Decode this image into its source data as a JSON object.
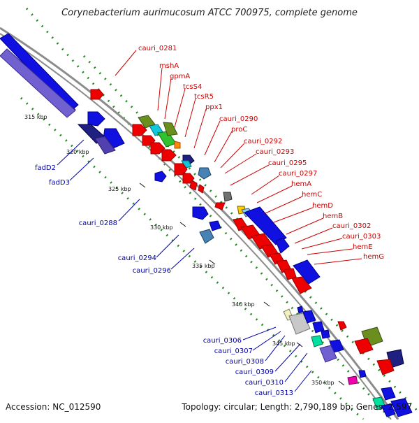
{
  "title": "Corynebacterium aurimucosum ATCC 700975, complete genome",
  "footer": {
    "accession": "Accession: NC_012590",
    "summary": "Topology: circular; Length: 2,790,189 bp; Genes: 2,597"
  },
  "colors": {
    "backbone": "#8c8c8c",
    "dots": "#1f8a1f",
    "label_top": "#cc0000",
    "label_bottom": "#0000aa"
  },
  "ticks": [
    "315 kbp",
    "320 kbp",
    "325 kbp",
    "330 kbp",
    "335 kbp",
    "340 kbp",
    "345 kbp",
    "350 kbp"
  ],
  "labels_top": [
    "cauri_0281",
    "mshA",
    "gpmA",
    "tcsS4",
    "tcsR5",
    "ppx1",
    "cauri_0290",
    "proC",
    "cauri_0292",
    "cauri_0293",
    "cauri_0295",
    "cauri_0297",
    "hemA",
    "hemC",
    "hemD",
    "hemB",
    "cauri_0302",
    "cauri_0303",
    "hemE",
    "hemG"
  ],
  "labels_bottom": [
    "fadD2",
    "fadD3",
    "cauri_0288",
    "cauri_0294",
    "cauri_0296",
    "cauri_0306",
    "cauri_0307",
    "cauri_0308",
    "cauri_0309",
    "cauri_0310",
    "cauri_0313"
  ]
}
